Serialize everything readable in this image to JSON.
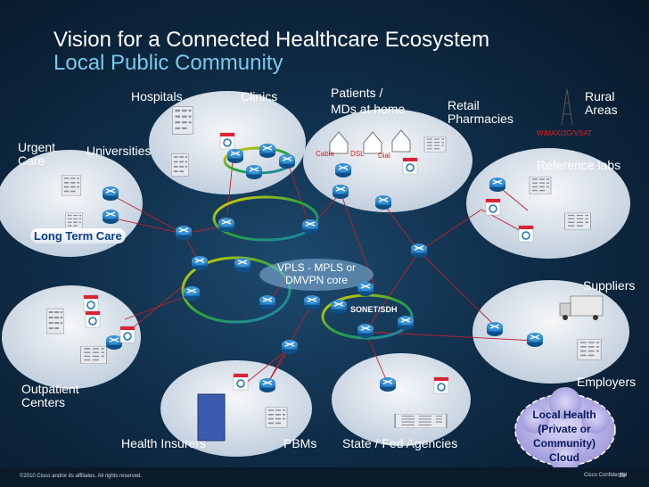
{
  "title": "Vision for a Connected Healthcare Ecosystem",
  "subtitle": "Local Public Community",
  "labels": {
    "hospitals": "Hospitals",
    "clinics": "Clinics",
    "patients": "Patients /",
    "mds": "MDs at home",
    "retail": "Retail\nPharmacies",
    "rural": "Rural\nAreas",
    "urgent": "Urgent\nCare",
    "universities": "Universities",
    "long_term_care": "Long Term Care",
    "reference_labs": "Reference labs",
    "suppliers": "Suppliers",
    "employers": "Employers",
    "outpatient": "Outpatient\nCenters",
    "health_insurers": "Health Insurers",
    "pbms": "PBMs",
    "state_fed": "State / Fed Agencies",
    "cable": "Cable",
    "dsl": "DSL",
    "dial": "Dial",
    "wimax": "WiMAX/3G/VSAT",
    "vpls": "VPLS - MPLS or\nDMVPN core",
    "sonet": "SONET/SDH",
    "cloud": "Local Health\n(Private or\nCommunity)\nCloud"
  },
  "footer": {
    "copyright": "©2010 Cisco and/or its affiliates. All rights reserved.",
    "confidential": "Cisco Confidential",
    "page": "29"
  },
  "colors": {
    "background": "#0f2d48",
    "title": "#ffffff",
    "subtitle": "#79c9ec",
    "router": "#1c6fb3",
    "link": "#c0202a",
    "cloud": "#b8b4e8"
  },
  "icons": [
    "router-icon",
    "firewall-icon",
    "switch-icon",
    "building-icon",
    "house-icon",
    "truck-icon",
    "antenna-icon",
    "cloud-icon"
  ]
}
